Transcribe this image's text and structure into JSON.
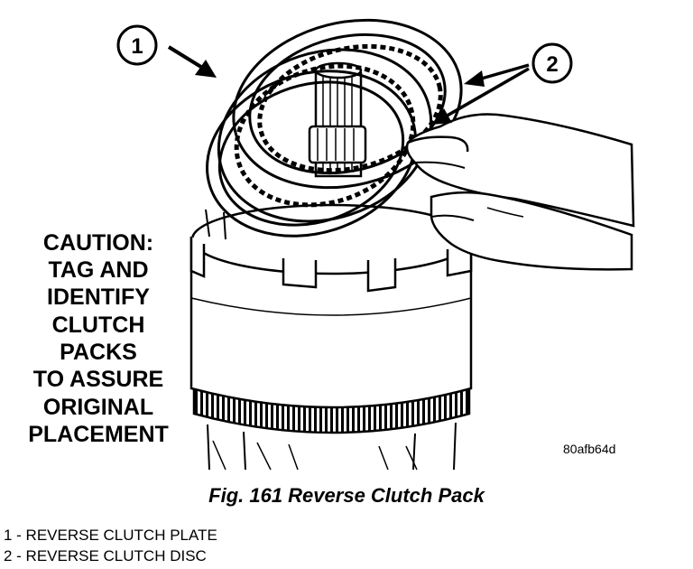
{
  "callouts": [
    {
      "number": "1"
    },
    {
      "number": "2"
    }
  ],
  "caution_lines": [
    "CAUTION:",
    "TAG AND",
    "IDENTIFY",
    "CLUTCH",
    "PACKS",
    "TO ASSURE",
    "ORIGINAL",
    "PLACEMENT"
  ],
  "image_code": "80afb64d",
  "figure_caption": "Fig. 161 Reverse Clutch Pack",
  "legend": [
    "1 - REVERSE CLUTCH PLATE",
    "2 - REVERSE CLUTCH DISC"
  ]
}
